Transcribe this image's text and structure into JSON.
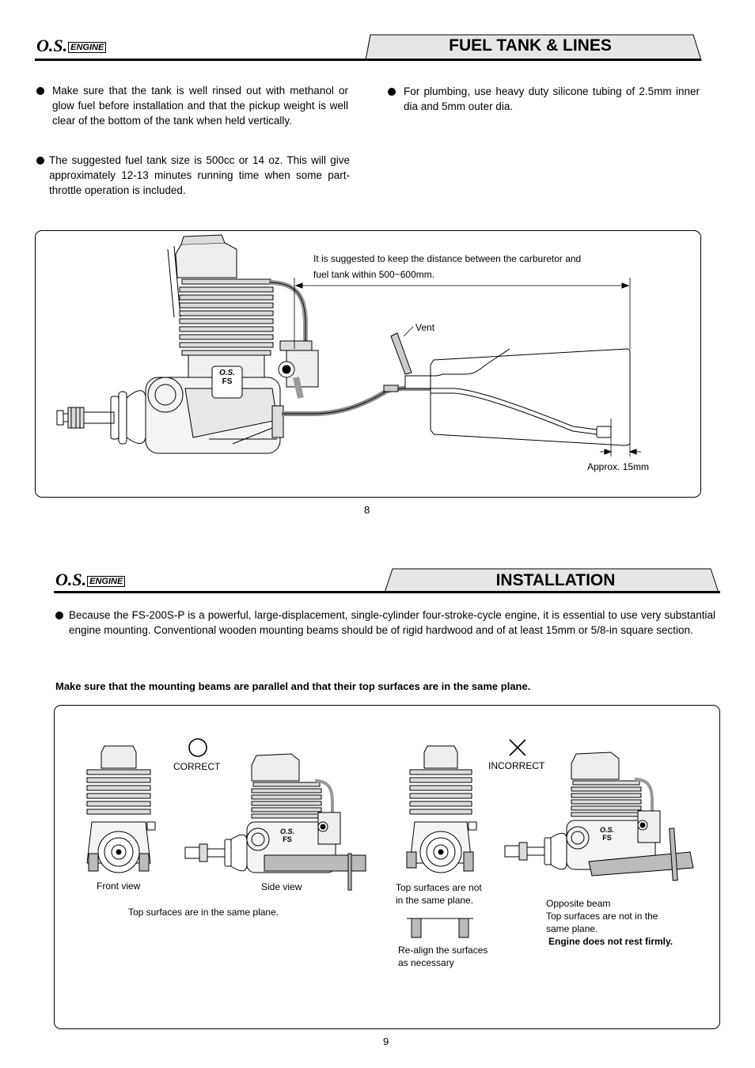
{
  "page8": {
    "logo": "O.S.",
    "logo_sub": "ENGINE",
    "title": "FUEL TANK & LINES",
    "bullets": [
      "Make sure that the tank is well rinsed out with methanol or glow fuel before installation and that the pickup weight is well clear of the bottom of the tank when held vertically.",
      "The suggested fuel tank size is 500cc or 14 oz. This will give approximately 12-13 minutes running time when some part-throttle operation is included.",
      "For plumbing, use heavy duty silicone tubing of 2.5mm inner dia and 5mm outer dia."
    ],
    "diagram": {
      "distance_note_line1": "It is suggested to keep the distance between the carburetor and",
      "distance_note_line2": "fuel tank within 500~600mm.",
      "vent_label": "Vent",
      "approx_label": "Approx. 15mm",
      "engine_badge": "O.S.",
      "engine_badge_sub": "FS"
    },
    "page_number": "8"
  },
  "page9": {
    "logo": "O.S.",
    "logo_sub": "ENGINE",
    "title": "INSTALLATION",
    "bullet": "Because the FS-200S-P is a powerful, large-displacement, single-cylinder four-stroke-cycle engine, it is essential to use very substantial engine mounting. Conventional wooden mounting beams should be of rigid hardwood and of at least 15mm or  5/8-in square section.",
    "bold_note": "Make sure that the mounting beams are parallel and that their top surfaces are in the same plane.",
    "diagram": {
      "correct_label": "CORRECT",
      "incorrect_label": "INCORRECT",
      "front_view": "Front view",
      "side_view": "Side view",
      "same_plane": "Top surfaces are in the same plane.",
      "not_same_plane_1": "Top surfaces are not",
      "not_same_plane_2": "in the same plane.",
      "realign_1": "Re-align the surfaces",
      "realign_2": "as necessary",
      "opposite_1": "Opposite beam",
      "opposite_2": "Top surfaces are not in the",
      "opposite_3": "same plane.",
      "opposite_bold": "Engine does not rest firmly.",
      "engine_badge": "O.S.",
      "engine_badge_sub": "FS"
    },
    "page_number": "9"
  }
}
